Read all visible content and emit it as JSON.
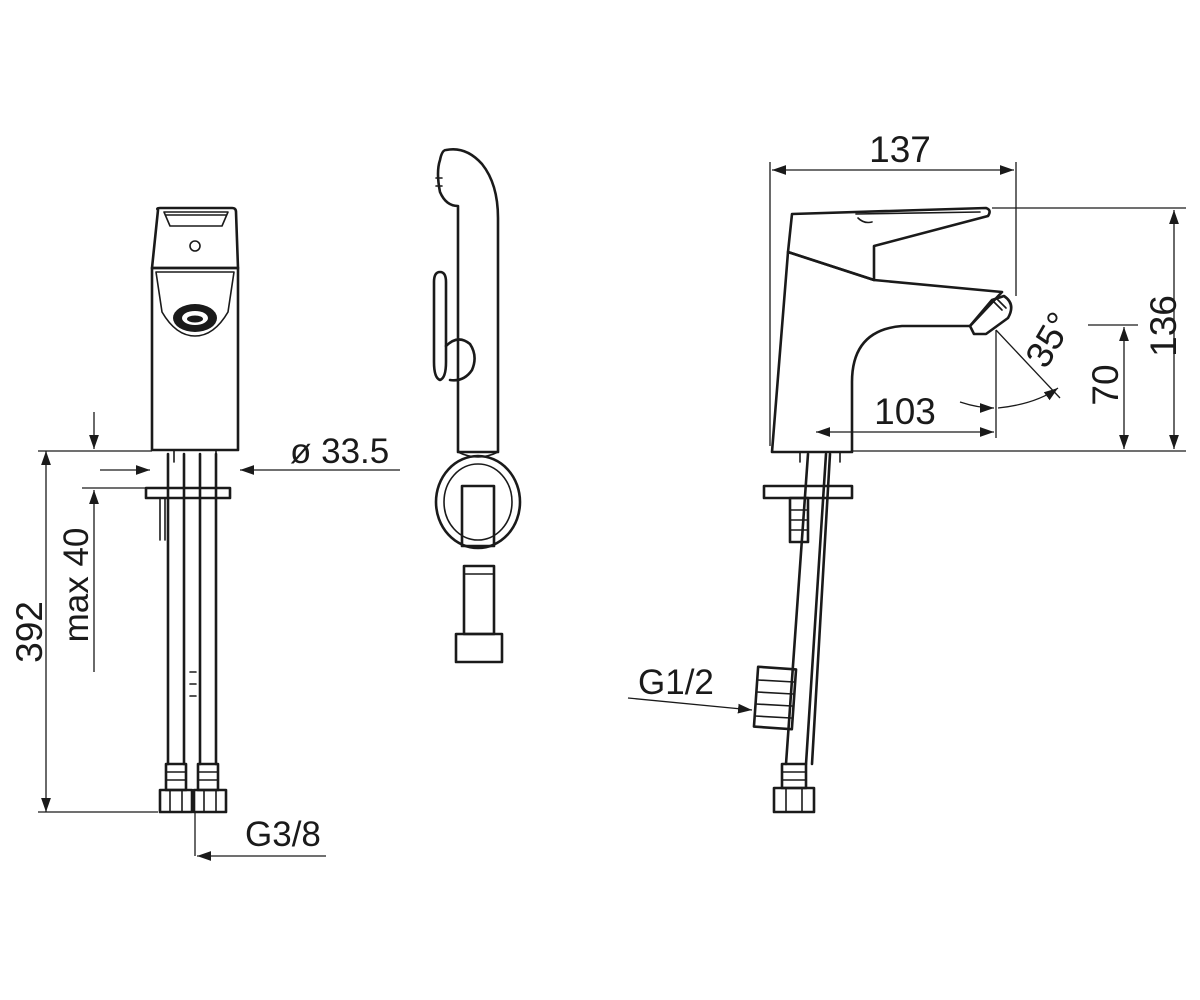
{
  "dimensions": {
    "overall_height": "392",
    "deck_thickness": "max 40",
    "body_diameter": "ø 33.5",
    "connection_front": "G3/8",
    "spout_reach": "137",
    "body_height": "136",
    "spout_height": "70",
    "handle_swing": "35°",
    "spout_to_base": "103",
    "connection_side": "G1/2"
  },
  "colors": {
    "line": "#1a1a1a",
    "background": "#ffffff"
  }
}
